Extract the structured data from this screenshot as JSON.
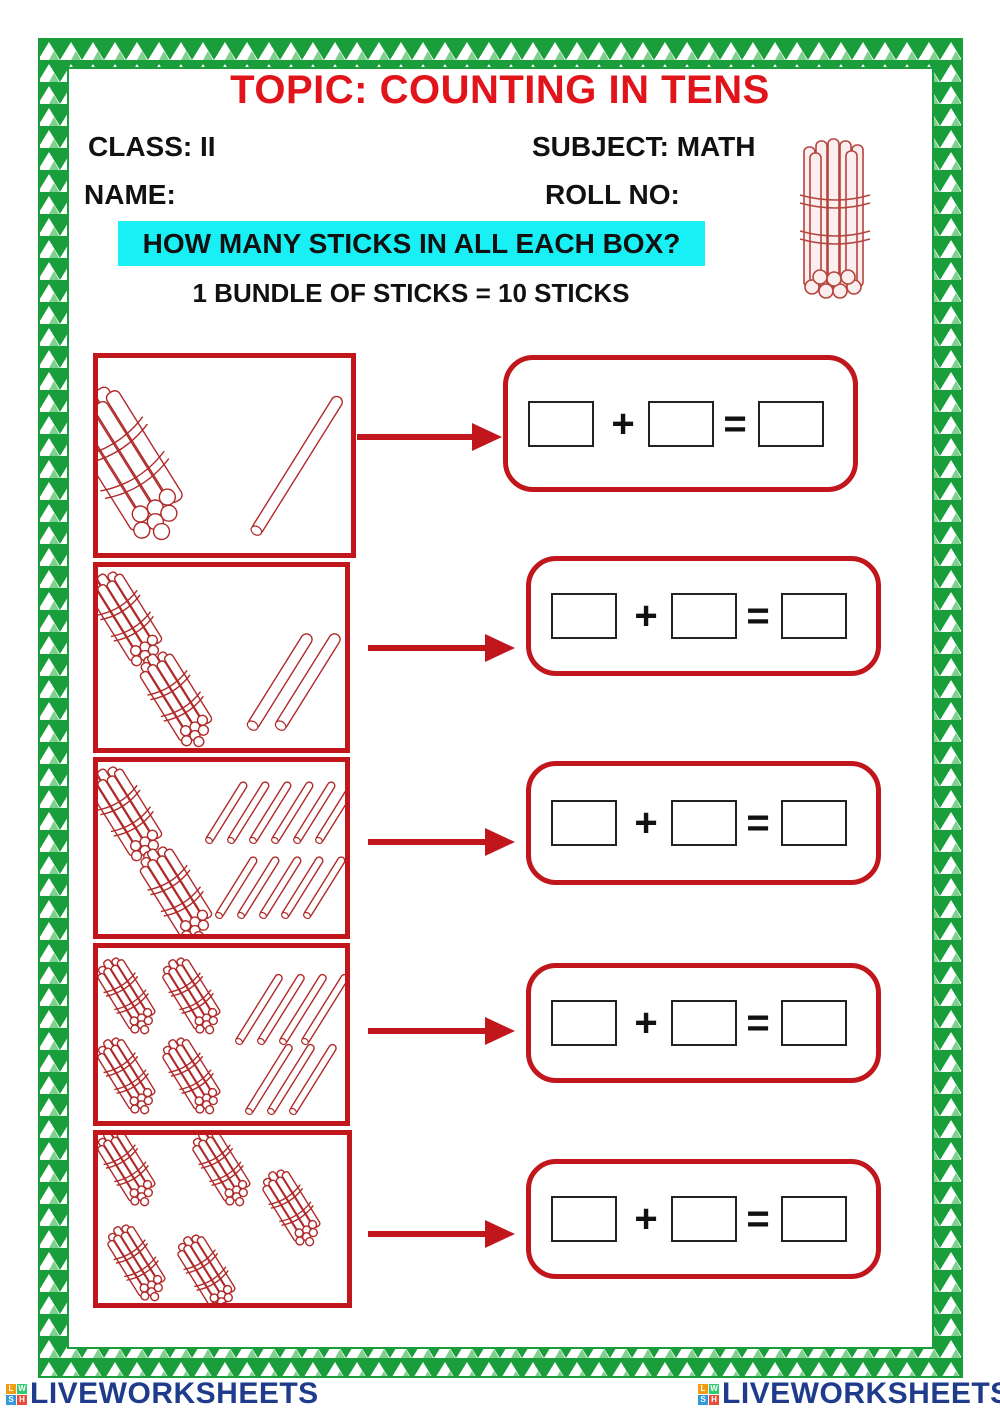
{
  "worksheet": {
    "title": "TOPIC: COUNTING IN TENS",
    "class_label": "CLASS: II",
    "subject_label": "SUBJECT: MATH",
    "name_label": "NAME:",
    "roll_label": "ROLL NO:",
    "question": "HOW MANY STICKS IN ALL EACH BOX?",
    "bundle_note": "1 BUNDLE OF STICKS = 10 STICKS"
  },
  "exercises": [
    {
      "bundles": 1,
      "loose_sticks": 1,
      "plus": "+",
      "equals": "=",
      "tens_answer": "",
      "ones_answer": "",
      "total_answer": ""
    },
    {
      "bundles": 2,
      "loose_sticks": 2,
      "plus": "+",
      "equals": "=",
      "tens_answer": "",
      "ones_answer": "",
      "total_answer": ""
    },
    {
      "bundles": 2,
      "loose_sticks": 11,
      "plus": "+",
      "equals": "=",
      "tens_answer": "",
      "ones_answer": "",
      "total_answer": ""
    },
    {
      "bundles": 4,
      "loose_sticks": 7,
      "plus": "+",
      "equals": "=",
      "tens_answer": "",
      "ones_answer": "",
      "total_answer": ""
    },
    {
      "bundles": 5,
      "loose_sticks": 0,
      "plus": "+",
      "equals": "=",
      "tens_answer": "",
      "ones_answer": "",
      "total_answer": ""
    }
  ],
  "footer": {
    "brand_left": "LIVEWORKSHEETS",
    "brand_right": "LIVEWORKSHEETS"
  },
  "colors": {
    "title": "#e0141a",
    "box_border": "#c0161c",
    "highlight": "#19f0f5",
    "frame_green": "#1a9e3c",
    "brand_blue": "#1f3c8c"
  },
  "icons": [
    "stick-bundle-icon",
    "single-stick-icon",
    "arrow-right-icon",
    "liveworksheets-logo-icon"
  ]
}
